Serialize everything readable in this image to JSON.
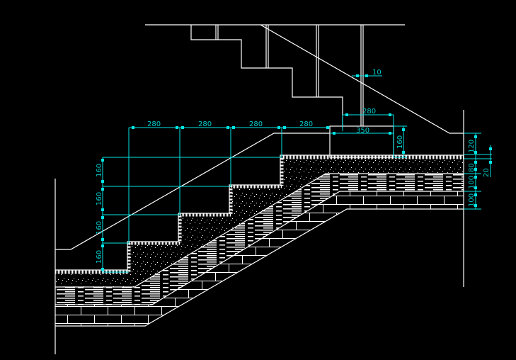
{
  "colors": {
    "background": "#000000",
    "lines": "#ffffff",
    "dimensions": "#00e5e5"
  },
  "dimensions": {
    "tread_widths": [
      "280",
      "280",
      "280",
      "280"
    ],
    "riser_heights": [
      "160",
      "160",
      "160",
      "160"
    ],
    "landing_top_width": "280",
    "landing_block_width": "350",
    "landing_block_height": "160",
    "baluster_gap": "10",
    "layers": [
      "120",
      "80",
      "100",
      "100"
    ],
    "slab_offset": "20"
  }
}
